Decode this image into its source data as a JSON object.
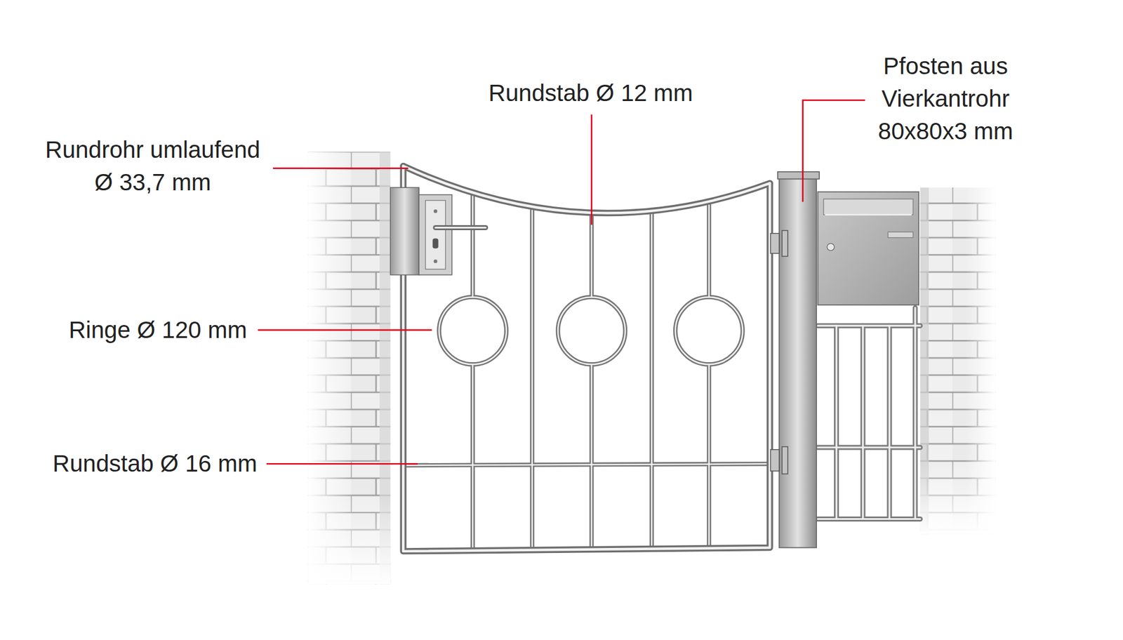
{
  "diagram": {
    "labels": [
      "Rundrohr umlaufend Ø 33,7 mm",
      "Rundstab Ø 12 mm",
      "Pfosten aus Vierkantrohr 80x80x3 mm",
      "Ringe Ø 120 mm",
      "Rundstab Ø 16 mm"
    ]
  }
}
